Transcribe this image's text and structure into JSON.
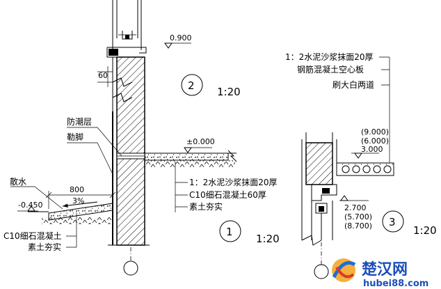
{
  "detail_1": {
    "circle_number": "1",
    "scale": "1:20",
    "elevation_floor": "±0.000",
    "elevation_ground": "-0.450",
    "label_damp_proof": "防潮层",
    "label_plinth": "勒脚",
    "label_apron": "散水",
    "apron_width": "800",
    "apron_slope": "3%",
    "apron_layers": [
      "C10细石混凝土",
      "素土夯实"
    ],
    "floor_layers": [
      "1：2水泥沙浆抹面20厚",
      "C10细石混凝土60厚",
      "素土夯实"
    ]
  },
  "detail_2": {
    "circle_number": "2",
    "scale": "1:20",
    "elevation": "0.900",
    "dimension": "60"
  },
  "detail_3": {
    "circle_number": "3",
    "scale": "1:20",
    "layers": [
      "1：2水泥沙浆抹面20厚",
      "钢筋混凝土空心板",
      "刷大白两道"
    ],
    "elevations_upper": [
      "(9.000)",
      "(6.000)",
      "3.000"
    ],
    "elevations_lower": [
      "2.700",
      "(5.700)",
      "(8.700)"
    ]
  },
  "watermark": {
    "brand": "楚汉网",
    "site": "hubei88.com"
  }
}
